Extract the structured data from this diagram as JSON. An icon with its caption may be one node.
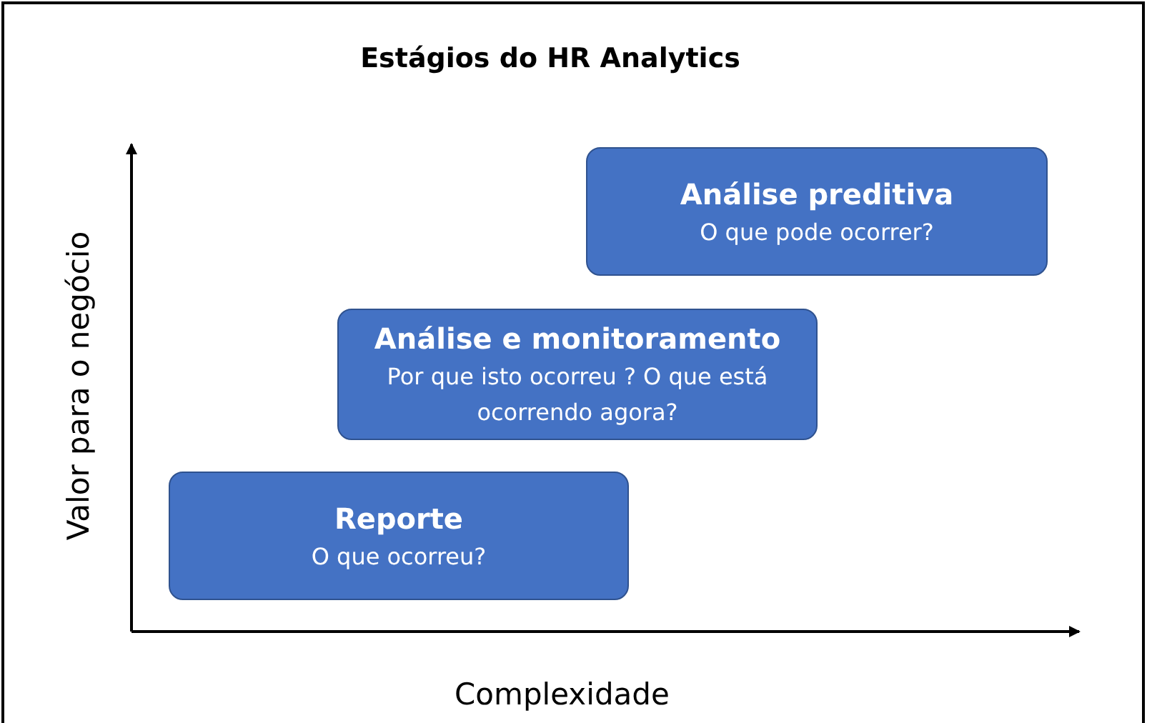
{
  "diagram": {
    "title": "Estágios do HR Analytics",
    "nodes": [
      {
        "text": [
          "Análise preditiva",
          "O que pode ocorrer?"
        ]
      },
      {
        "text": [
          "Análise e monitoramento",
          "Por que isto ocorreu ? O que está ocorrendo agora?"
        ]
      },
      {
        "text": [
          "Reporte",
          "O que ocorreu?"
        ]
      }
    ],
    "labels": [
      "Valor para o negócio",
      "Complexidade"
    ]
  }
}
